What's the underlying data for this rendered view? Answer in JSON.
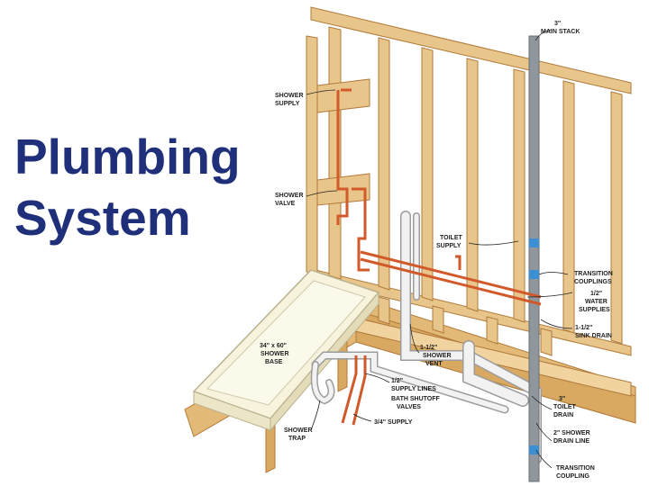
{
  "title": {
    "line1": "Plumbing",
    "line2": "System"
  },
  "labels": {
    "main_stack": [
      "3\"",
      "MAIN STACK"
    ],
    "shower_supply": [
      "SHOWER",
      "SUPPLY"
    ],
    "shower_valve": [
      "SHOWER",
      "VALVE"
    ],
    "toilet_supply": [
      "TOILET",
      "SUPPLY"
    ],
    "transition_couplings": [
      "TRANSITION",
      "COUPLINGS"
    ],
    "water_supplies": [
      "1/2\"",
      "WATER",
      "SUPPLIES"
    ],
    "sink_drain": [
      "1-1/2\"",
      "SINK DRAIN"
    ],
    "shower_base": [
      "34\" x 60\"",
      "SHOWER",
      "BASE"
    ],
    "shower_vent": [
      "1-1/2\"",
      "SHOWER",
      "VENT"
    ],
    "supply_lines": [
      "1/2\"",
      "SUPPLY LINES"
    ],
    "bath_shutoff": [
      "BATH SHUTOFF",
      "VALVES"
    ],
    "toilet_drain": [
      "3\"",
      "TOILET",
      "DRAIN"
    ],
    "shower_drain": [
      "2\" SHOWER",
      "DRAIN LINE"
    ],
    "shower_trap": [
      "SHOWER",
      "TRAP"
    ],
    "supply_34": [
      "3/4\" SUPPLY"
    ],
    "transition_coupling": [
      "TRANSITION",
      "COUPLING"
    ]
  },
  "colors": {
    "title": "#1f2f7a",
    "wood": "#e8c58a",
    "wood_edge": "#b07a3a",
    "copper": "#d2592a",
    "pvc": "#f2f2f2",
    "stack": "#8f969c",
    "coupling": "#3d8fd4",
    "shower_base": "#f7f3dc"
  }
}
